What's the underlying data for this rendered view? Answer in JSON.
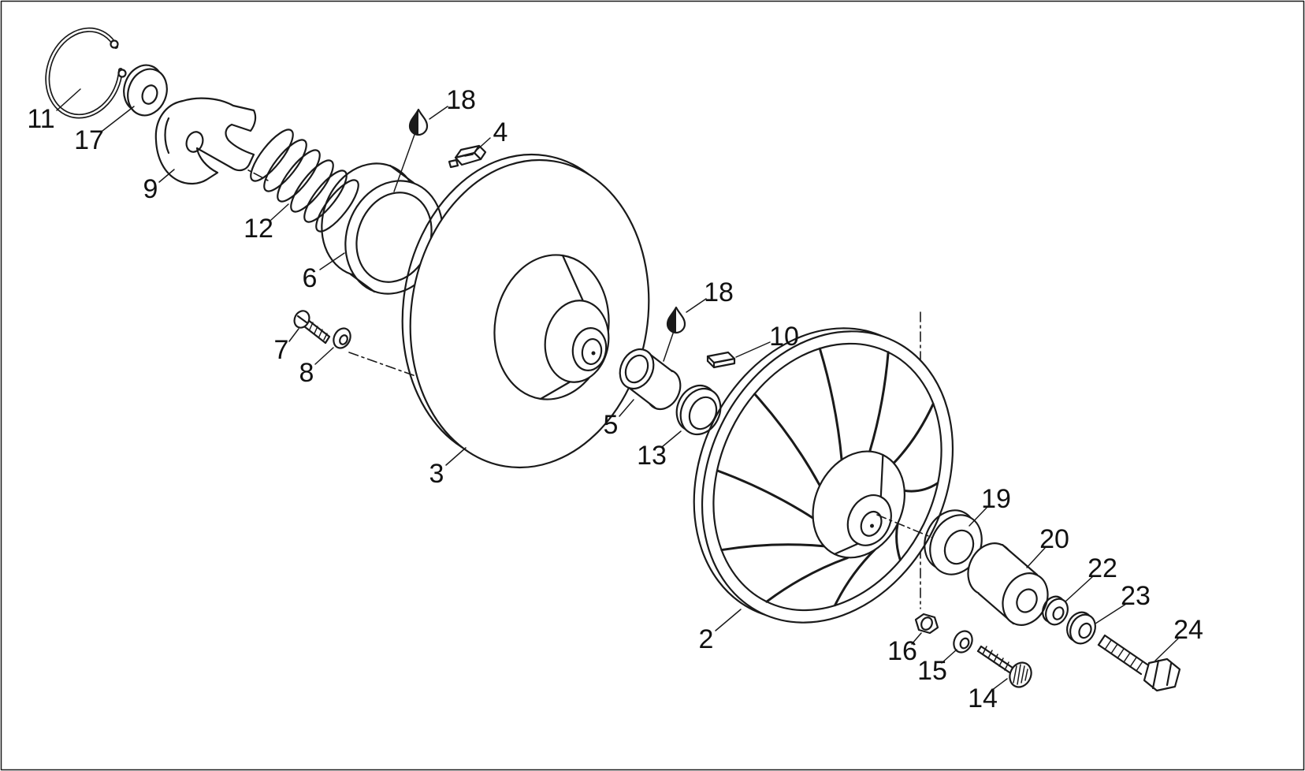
{
  "diagram": {
    "kind": "exploded-parts-diagram",
    "colors": {
      "line": "#1a1a1a",
      "background": "#ffffff",
      "label": "#111111"
    },
    "callouts": [
      {
        "part": "11",
        "target": "snap-ring"
      },
      {
        "part": "17",
        "target": "washer"
      },
      {
        "part": "9",
        "target": "ramp-plate"
      },
      {
        "part": "12",
        "target": "spring"
      },
      {
        "part": "6",
        "target": "collar-bushing"
      },
      {
        "part": "18",
        "target": "oil-drop-symbol"
      },
      {
        "part": "4",
        "target": "slider-block"
      },
      {
        "part": "7",
        "target": "screw"
      },
      {
        "part": "8",
        "target": "washer"
      },
      {
        "part": "3",
        "target": "drive-face"
      },
      {
        "part": "5",
        "target": "bushing"
      },
      {
        "part": "18",
        "target": "oil-drop-symbol"
      },
      {
        "part": "10",
        "target": "key"
      },
      {
        "part": "13",
        "target": "ring"
      },
      {
        "part": "2",
        "target": "spoked-sheave"
      },
      {
        "part": "19",
        "target": "washer"
      },
      {
        "part": "20",
        "target": "spacer-sleeve"
      },
      {
        "part": "22",
        "target": "washer"
      },
      {
        "part": "23",
        "target": "lock-washer"
      },
      {
        "part": "24",
        "target": "hex-bolt"
      },
      {
        "part": "16",
        "target": "nut"
      },
      {
        "part": "15",
        "target": "washer"
      },
      {
        "part": "14",
        "target": "screw"
      }
    ]
  }
}
